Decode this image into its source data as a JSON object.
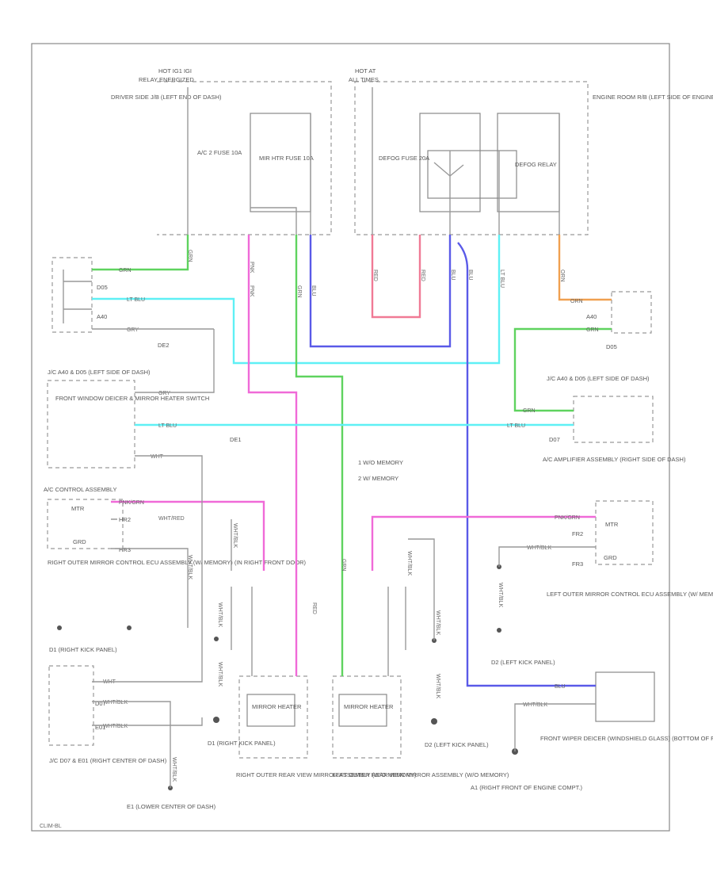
{
  "colors": {
    "grn": "#5fd35f",
    "lt_blu": "#5ff0f5",
    "pnk": "#f06ad8",
    "blu": "#5a5ae8",
    "red": "#f07a95",
    "orn": "#f0a050",
    "black": "#888888"
  },
  "labels": {
    "hot_ig_relay": "HOT IG1 IGI",
    "relay_energized": "RELAY ENERGIZED",
    "hot_at_all": "HOT AT",
    "all_times": "ALL TIMES",
    "driver_side_jb": "DRIVER SIDE J/B (LEFT END OF DASH)",
    "engine_room_rb": "ENGINE ROOM R/B (LEFT SIDE OF ENGINE COMPT.)",
    "ac2_fuse": "A/C 2 FUSE 10A",
    "mir_htr_fuse": "MIR HTR FUSE 10A",
    "defog_fuse": "DEFOG FUSE 20A",
    "defog_relay": "DEFOG RELAY",
    "jc_a40_d05_left": "J/C A40 & D05 (LEFT SIDE OF DASH)",
    "jc_a40_d05": "J/C A40 & D05 (LEFT SIDE OF DASH)",
    "front_window_switch": "FRONT WINDOW DEICER & MIRROR HEATER SWITCH",
    "ac_control": "A/C CONTROL ASSEMBLY",
    "ac_amplifier": "A/C AMPLIFIER ASSEMBLY (RIGHT SIDE OF DASH)",
    "note1": "1  W/O MEMORY",
    "note2": "2  W/ MEMORY",
    "right_mirror_ecu": "RIGHT OUTER MIRROR CONTROL ECU ASSEMBLY (W/ MEMORY) (IN RIGHT FRONT DOOR)",
    "left_mirror_ecu": "LEFT OUTER MIRROR CONTROL ECU ASSEMBLY (W/ MEMORY) (IN LEFT FRONT DOOR)",
    "d1_right_kick": "D1 (RIGHT KICK PANEL)",
    "d2_left_kick": "D2 (LEFT KICK PANEL)",
    "mirror_heater": "MIRROR HEATER",
    "jc_d07_e01": "J/C D07 & E01 (RIGHT CENTER OF DASH)",
    "e1_lower": "E1 (LOWER CENTER OF DASH)",
    "d1_right_kick2": "D1 (RIGHT KICK PANEL)",
    "right_mirror": "RIGHT OUTER REAR VIEW MIRROR ASSEMBLY (W/O MEMORY)",
    "left_mirror": "LEFT OUTER REAR VIEW MIRROR ASSEMBLY (W/O MEMORY)",
    "d2_left_kick2": "D2 (LEFT KICK PANEL)",
    "a1_right_front": "A1 (RIGHT FRONT OF ENGINE COMPT.)",
    "front_wiper_deicer": "FRONT WIPER DEICER (WINDSHIELD GLASS) (BOTTOM OF FRONT WINDSHIELD)",
    "figure_id": "CLIM-BL"
  },
  "wires": {
    "grn": "GRN",
    "lt_blu": "LT BLU",
    "pnk": "PNK",
    "blu": "BLU",
    "red": "RED",
    "orn": "ORN",
    "gry": "GRY",
    "wht_blk": "WHT/BLK",
    "wht_red": "WHT/RED",
    "wht": "WHT",
    "pnk_grn": "PNK/GRN"
  },
  "connectors": {
    "d05": "D05",
    "a40": "A40",
    "de2": "DE2",
    "de1": "DE1",
    "d07": "D07",
    "e01": "E01",
    "hr2": "HR2",
    "hr3": "HR3",
    "fr2": "FR2",
    "fr3": "FR3",
    "grd": "GRD",
    "mtr": "MTR"
  }
}
